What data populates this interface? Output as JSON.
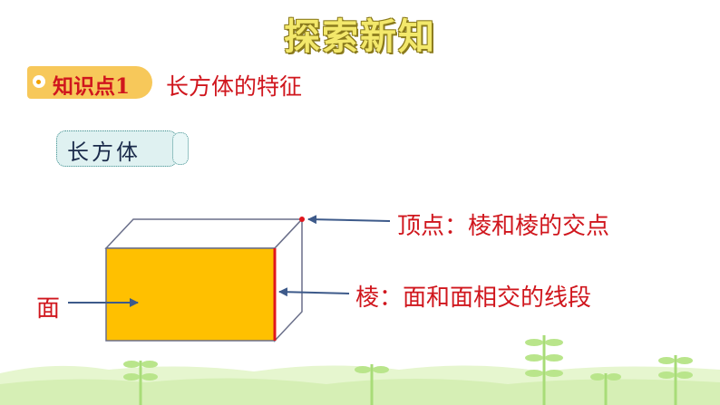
{
  "header": {
    "title": "探索新知"
  },
  "knowledge_point": {
    "label": "知识点1",
    "title": "长方体的特征"
  },
  "scroll_label": "长方体",
  "annotations": {
    "vertex": "顶点：棱和棱的交点",
    "edge": "棱：面和面相交的线段",
    "face": "面"
  },
  "colors": {
    "accent_red": "#d0161d",
    "face_fill": "#ffc000",
    "arrow_blue": "#3d5a8a",
    "title_yellow": "#f3e86b",
    "badge_orange": "#f7c85a",
    "grass_green": "#c7eb9e"
  }
}
